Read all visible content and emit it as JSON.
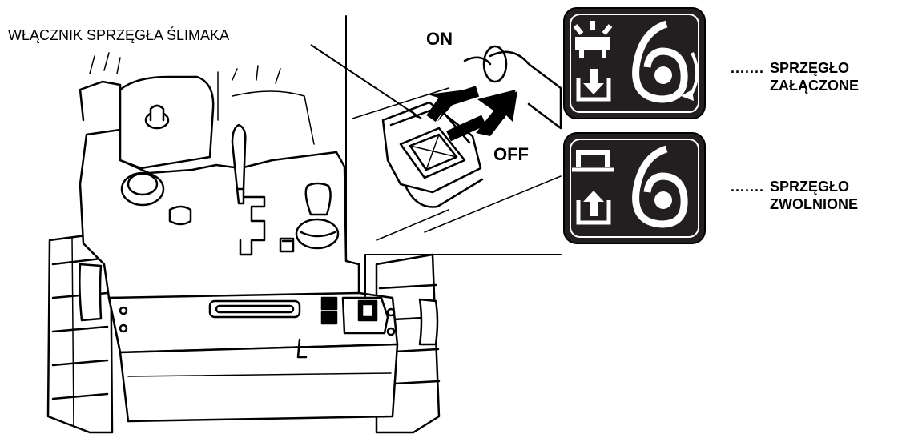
{
  "labels": {
    "switch_name": "WŁĄCZNIK SPRZĘGŁA ŚLIMAKA",
    "on": "ON",
    "off": "OFF"
  },
  "states": {
    "engaged": {
      "leader": ".......",
      "line1": "SPRZĘGŁO",
      "line2": "ZAŁĄCZONE"
    },
    "released": {
      "leader": ".......",
      "line1": "SPRZĘGŁO",
      "line2": "ZWOLNIONE"
    }
  },
  "icons": [
    "machine-rear-view",
    "auger-clutch-switch-closeup",
    "clutch-engaged-symbol",
    "clutch-released-symbol"
  ],
  "colors": {
    "ink": "#000000",
    "paper": "#ffffff",
    "panel": "#231f20"
  }
}
